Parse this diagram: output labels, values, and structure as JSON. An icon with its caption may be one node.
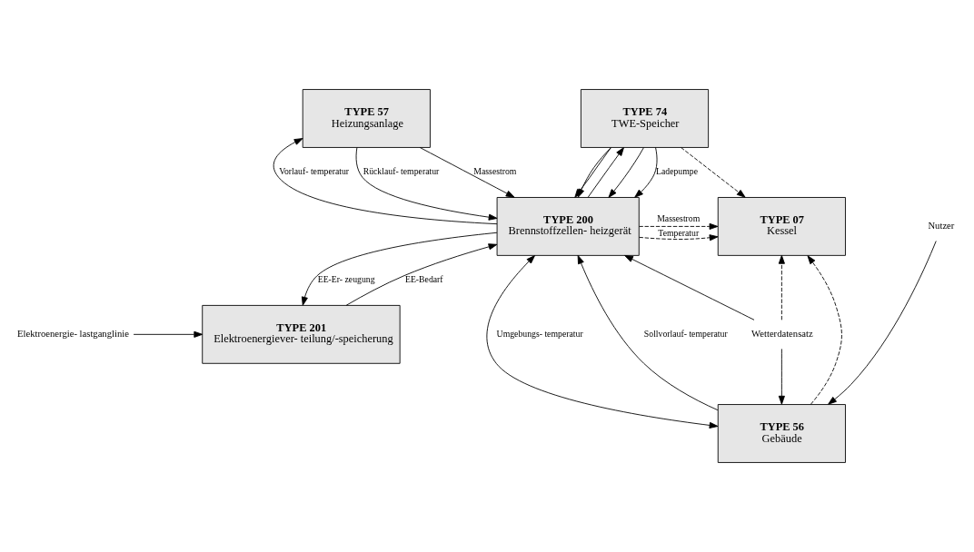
{
  "diagram": {
    "nodes": [
      {
        "text": [
          "TYPE 57",
          "Heizungsanlage"
        ]
      },
      {
        "text": [
          "TYPE 74",
          "TWE-Speicher"
        ]
      },
      {
        "text": [
          "TYPE 07",
          "Kessel"
        ]
      },
      {
        "text": [
          "TYPE 200",
          "Brennstoffzellen- heizgerät"
        ]
      },
      {
        "text": [
          "TYPE 56",
          "Gebäude"
        ]
      },
      {
        "text": [
          "TYPE 201",
          "Elektroenergiever- teilung/-speicherung"
        ]
      },
      {
        "text": [
          "Nutzer"
        ]
      },
      {
        "text": [
          "Elektroenergie- lastganglinie"
        ]
      },
      {
        "text": [
          "Wetterdatensatz"
        ]
      }
    ],
    "edges": [
      {
        "from": 0,
        "to": 3,
        "arrow": "to",
        "label": "Rücklauf- temperatur"
      },
      {
        "from": 1,
        "to": 3,
        "arrow": "to"
      },
      {
        "from": 0,
        "to": 3,
        "arrow": "to",
        "label": "Massestrom"
      },
      {
        "from": 1,
        "to": 3,
        "arrow": "to"
      },
      {
        "from": 3,
        "to": 0,
        "arrow": "to",
        "label": "Vorlauf- temperatur"
      },
      {
        "from": 3,
        "to": 1,
        "arrow": "to"
      },
      {
        "from": 1,
        "to": 3,
        "arrow": "to",
        "label": "Ladepumpe"
      },
      {
        "from": 3,
        "to": 2,
        "arrow": "to",
        "label": "Temperatur",
        "style": "dashed"
      },
      {
        "from": 3,
        "to": 2,
        "arrow": "to",
        "label": "Massestrom",
        "style": "dashed"
      },
      {
        "from": 3,
        "to": 4,
        "arrow": "both",
        "label": "Umgebungs- temperatur"
      },
      {
        "from": 4,
        "to": 3,
        "arrow": "to",
        "label": "Sollvorlauf- temperatur"
      },
      {
        "from": 1,
        "to": 3,
        "arrow": "to"
      },
      {
        "from": 8,
        "to": 3,
        "arrow": "to"
      },
      {
        "from": 4,
        "to": 2,
        "arrow": "to",
        "style": "dashed"
      },
      {
        "from": 1,
        "to": 2,
        "arrow": "to",
        "style": "dashed"
      },
      {
        "from": 8,
        "to": 2,
        "arrow": "to",
        "style": "dashed"
      },
      {
        "from": 6,
        "to": 4,
        "arrow": "to"
      },
      {
        "from": 8,
        "to": 4,
        "arrow": "to"
      },
      {
        "from": 5,
        "to": 3,
        "arrow": "to",
        "label": "EE-Bedarf"
      },
      {
        "from": 3,
        "to": 5,
        "arrow": "to",
        "label": "EE-Er- zeugung"
      },
      {
        "from": 7,
        "to": 5,
        "arrow": "to"
      }
    ]
  }
}
